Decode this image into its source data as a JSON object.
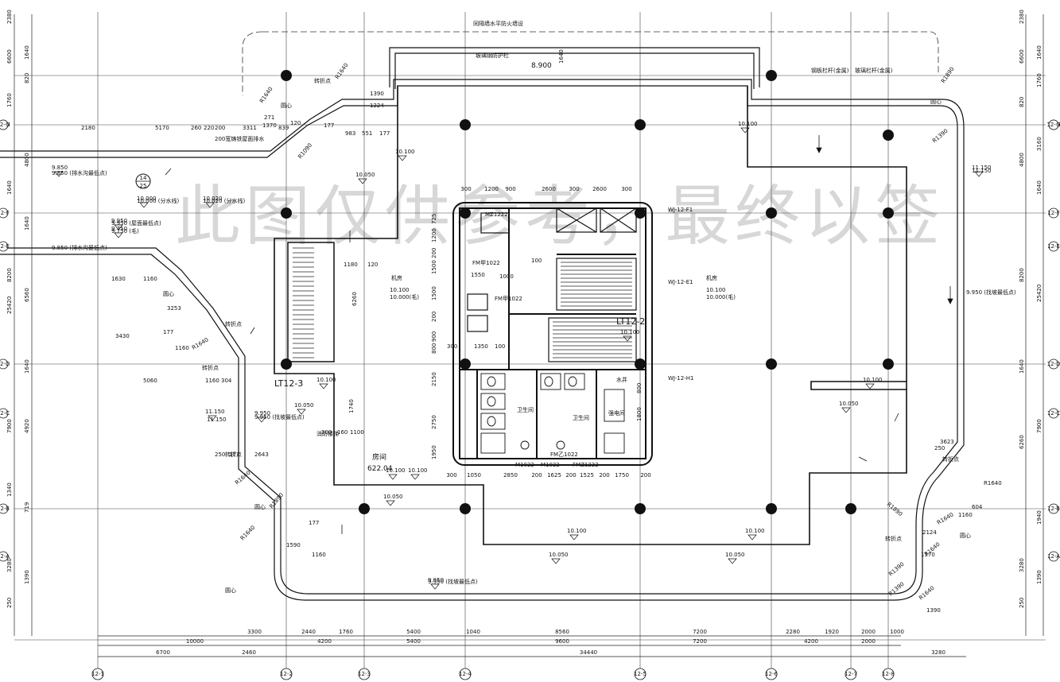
{
  "colors": {
    "line": "#111111",
    "grid": "#333333",
    "paper": "#ffffff",
    "watermark": "#6e6e6e"
  },
  "watermark": "此图仅供参考，最终以签",
  "notes": {
    "top_center": "同隔墙水平防火墙设",
    "stair_label": "玻璃钢防护栏",
    "level_top": "8.900",
    "top_right_a": "钢板栏杆(金属)",
    "top_right_b": "玻璃栏杆(金属)",
    "left_drain": "200宽铸铁屋面排水",
    "center_dim": "1640"
  },
  "room_labels": {
    "room_main": "房间",
    "room_area": "622.04",
    "toilet_a": "卫生间",
    "toilet_b": "卫生间",
    "shaft": "水井",
    "elec": "强电间",
    "fire": "消防楼梯",
    "stair_left": "LT12-3",
    "stair_right": "LT12-2",
    "room_c_left": "机房",
    "room_c_right": "机房",
    "roof_left": "10.100\n10.000(毛)",
    "roof_right": "10.100\n10.000(毛)"
  },
  "elevations": [
    "10.100",
    "10.050",
    "10.100",
    "10.050",
    "10.100",
    "10.050",
    "10.100",
    "10.050",
    "10.100",
    "10.050",
    "9.950",
    "9.850",
    "9.750",
    "10.000",
    "10.020",
    "11.150",
    "9.950",
    "11.150",
    "10.100",
    "10.100",
    "10.100",
    "9.950",
    "10.100",
    "10.050"
  ],
  "elev_notes": {
    "e1": "9.850 (排水沟最低点)",
    "e2": "9.950 (屋面最低点)",
    "e3": "9.750 (毛)",
    "e4": "9.850 (排水沟最低点)",
    "e5": "9.950 (找坡最低点)",
    "e6": "9.950 (找坡最低点)",
    "e7": "9.950 (找坡最低点)",
    "e8": "11.150",
    "e9": "11.150",
    "e10": "10.000 (分水线)",
    "e11": "10.020 (分水线)"
  },
  "codes": {
    "fm1": "FM甲1022",
    "fm2": "FM甲1022",
    "fm3": "FM乙1022",
    "m1": "M1022",
    "m2": "M1022",
    "fmz": "FMZ1222",
    "mz": "MZ1222",
    "wj1": "WJ-12-F1",
    "wj2": "WJ-12-E1",
    "wj3": "WJ-12-H1",
    "symbol_num": "14",
    "symbol_sheet": "25"
  },
  "axis_left": [
    "12-H",
    "12-G",
    "12-F",
    "12-E",
    "12-D",
    "12-C",
    "12-B",
    "12-A"
  ],
  "axis_right": [
    "12-H",
    "12-G",
    "12-F",
    "12-E",
    "12-D",
    "12-C",
    "12-B",
    "12-A"
  ],
  "axis_bottom": [
    "12-1",
    "12-2",
    "12-3",
    "12-4",
    "12-5",
    "12-6",
    "12-7",
    "12-8"
  ],
  "dims_left": [
    "2380",
    "1640",
    "6600",
    "820",
    "1760",
    "4800",
    "1640",
    "1640",
    "8200",
    "6560",
    "25420",
    "1640",
    "7900",
    "4920",
    "1340",
    "719",
    "3280",
    "1390",
    "250"
  ],
  "dims_right": [
    "2380",
    "1640",
    "6600",
    "1760",
    "820",
    "3160",
    "4800",
    "1640",
    "8200",
    "25420",
    "1640",
    "7900",
    "6260",
    "1940",
    "3280",
    "1390",
    "250"
  ],
  "dims_bottom_row1": [
    "3300",
    "2440",
    "1760",
    "5400",
    "1040",
    "8560",
    "7200",
    "2280",
    "1920",
    "2000",
    "1000"
  ],
  "dims_bottom_row2": [
    "10000",
    "4200",
    "5400",
    "9600",
    "7200",
    "4200",
    "2000"
  ],
  "dims_bottom_row3": [
    "6700",
    "2460",
    "34440",
    "3280"
  ],
  "dims_top": [
    "2180",
    "5170",
    "260",
    "220",
    "200",
    "3311",
    "120",
    "839",
    "271",
    "1370",
    "177",
    "983",
    "551",
    "1224",
    "1390",
    "177"
  ],
  "dims_core_top": [
    "300",
    "1200",
    "900",
    "2600",
    "300",
    "2600",
    "300"
  ],
  "dims_core_side": [
    "200",
    "725",
    "1200",
    "1500",
    "1500",
    "200",
    "900",
    "800",
    "2150",
    "2750",
    "1950",
    "800",
    "1800"
  ],
  "dims_core_bottom": [
    "300",
    "1050",
    "2850",
    "200",
    "1625",
    "200",
    "1525",
    "200",
    "1750",
    "200"
  ],
  "dims_core_inner": [
    "1550",
    "1000",
    "100",
    "300",
    "1350",
    "100",
    "1180",
    "120",
    "6260",
    "1740",
    "300",
    "160",
    "1100"
  ],
  "radii": [
    "R1640",
    "R1640",
    "R1090",
    "R1890",
    "R1640",
    "R1390",
    "R1640",
    "R1890",
    "R1640",
    "R1640",
    "R1390",
    "R1640",
    "R1890",
    "R1640",
    "R1390",
    "R1640"
  ],
  "small_notes": [
    "转折点",
    "圆心",
    "转折点",
    "圆心",
    "转折点",
    "圆心",
    "转折点",
    "圆心",
    "转折点",
    "圆心",
    "转折点",
    "圆心"
  ],
  "misc_dims": [
    "1630",
    "1160",
    "177",
    "3253",
    "3430",
    "1160",
    "5060",
    "1160",
    "304",
    "250",
    "177",
    "2643",
    "250",
    "3623",
    "2124",
    "1570",
    "1390",
    "1160",
    "604",
    "1590",
    "177",
    "1160"
  ]
}
